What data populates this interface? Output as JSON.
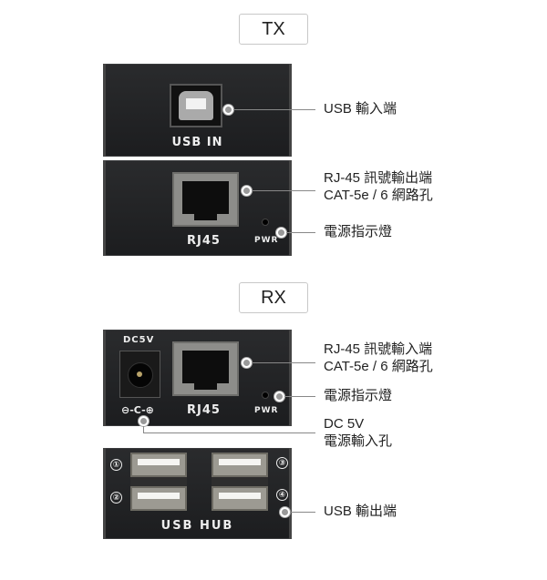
{
  "tx": {
    "title": "TX",
    "usb_in_silk": "USB IN",
    "rj45_silk": "RJ45",
    "pwr_silk": "PWR",
    "labels": {
      "usb_in": "USB 輸入端",
      "rj45_line1": "RJ-45 訊號輸出端",
      "rj45_line2": "CAT-5e / 6 網路孔",
      "power_led": "電源指示燈"
    }
  },
  "rx": {
    "title": "RX",
    "dc_silk": "DC5V",
    "rj45_silk": "RJ45",
    "pwr_silk": "PWR",
    "hub_silk": "USB HUB",
    "port_numbers": [
      "①",
      "②",
      "③",
      "④"
    ],
    "polarity_symbol": "⊖-C-⊕",
    "labels": {
      "rj45_line1": "RJ-45 訊號輸入端",
      "rj45_line2": "CAT-5e / 6 網路孔",
      "power_led": "電源指示燈",
      "dc_line1": "DC 5V",
      "dc_line2": "電源輸入孔",
      "usb_out": "USB 輸出端"
    }
  }
}
